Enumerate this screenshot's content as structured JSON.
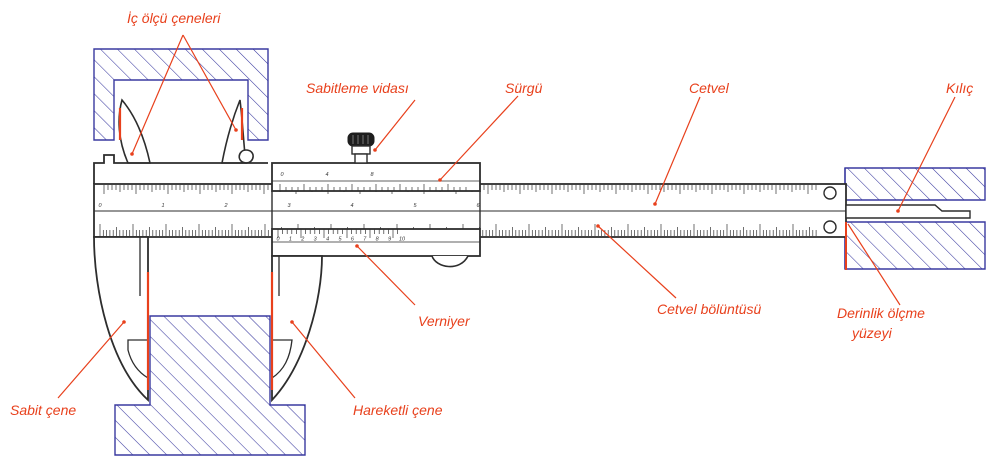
{
  "colors": {
    "line": "#2d2d2d",
    "hatch": "#3a3aa0",
    "accent": "#e8401c",
    "label": "#e8401c"
  },
  "labels": {
    "inner_jaws": "İç ölçü çeneleri",
    "lock_screw": "Sabitleme vidası",
    "slider": "Sürgü",
    "ruler": "Cetvel",
    "depth_rod": "Kılıç",
    "vernier": "Verniyer",
    "ruler_division": "Cetvel bölüntüsü",
    "depth_surface_line1": "Derinlik ölçme",
    "depth_surface_line2": "yüzeyi",
    "fixed_jaw": "Sabit çene",
    "moving_jaw": "Hareketli çene"
  },
  "scale": {
    "main_numbers": [
      "0",
      "1",
      "2",
      "3",
      "4",
      "5",
      "6"
    ],
    "slider_top_numbers": [
      "0",
      "4",
      "8"
    ],
    "vernier_numbers": [
      "0",
      "1",
      "2",
      "3",
      "4",
      "5",
      "6",
      "7",
      "8",
      "9",
      "10"
    ]
  }
}
